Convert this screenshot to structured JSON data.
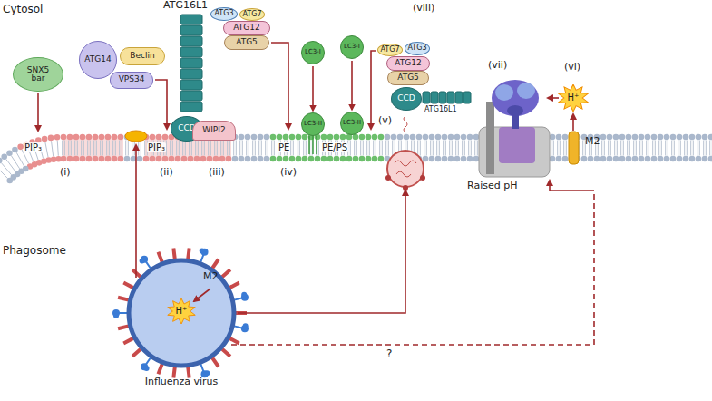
{
  "diagram": {
    "nodes": [
      {
        "text": [
          "SNX5",
          "bar"
        ]
      },
      {
        "text": [
          "ATG14"
        ]
      },
      {
        "text": [
          "Beclin"
        ]
      },
      {
        "text": [
          "VPS34"
        ]
      },
      {
        "text": [
          "CCD"
        ]
      },
      {
        "text": [
          "WIPI2"
        ]
      },
      {
        "text": [
          "ATG3"
        ]
      },
      {
        "text": [
          "ATG7"
        ]
      },
      {
        "text": [
          "ATG12"
        ]
      },
      {
        "text": [
          "ATG5"
        ]
      },
      {
        "text": [
          "LC3-I"
        ]
      },
      {
        "text": [
          "LC3-II"
        ]
      },
      {
        "text": [
          "ATG7"
        ]
      },
      {
        "text": [
          "ATG3"
        ]
      },
      {
        "text": [
          "LC3-I"
        ]
      },
      {
        "text": [
          "LC3-II"
        ]
      },
      {
        "text": [
          "ATG12"
        ]
      },
      {
        "text": [
          "ATG5"
        ]
      },
      {
        "text": [
          "CCD"
        ]
      },
      {
        "text": [
          "H⁺"
        ]
      },
      {
        "text": [
          "M2",
          "Influenza virus"
        ]
      },
      {
        "text": [
          "H⁺"
        ],
        "in": 20
      }
    ],
    "edges": [
      {
        "from": 10,
        "to": 11,
        "arrow": "to"
      },
      {
        "from": 14,
        "to": 15,
        "arrow": "to"
      }
    ],
    "labels": [
      "Cytosol",
      "Phagosome",
      "ATG16L1",
      "(viii)",
      "PIP₃",
      "PIP₃",
      "PE",
      "PE/PS",
      "(i)",
      "(ii)",
      "(iii)",
      "(iv)",
      "(v)",
      "(vi)",
      "(vii)",
      "M2",
      "Raised pH",
      "?",
      "ATG16L1"
    ]
  }
}
